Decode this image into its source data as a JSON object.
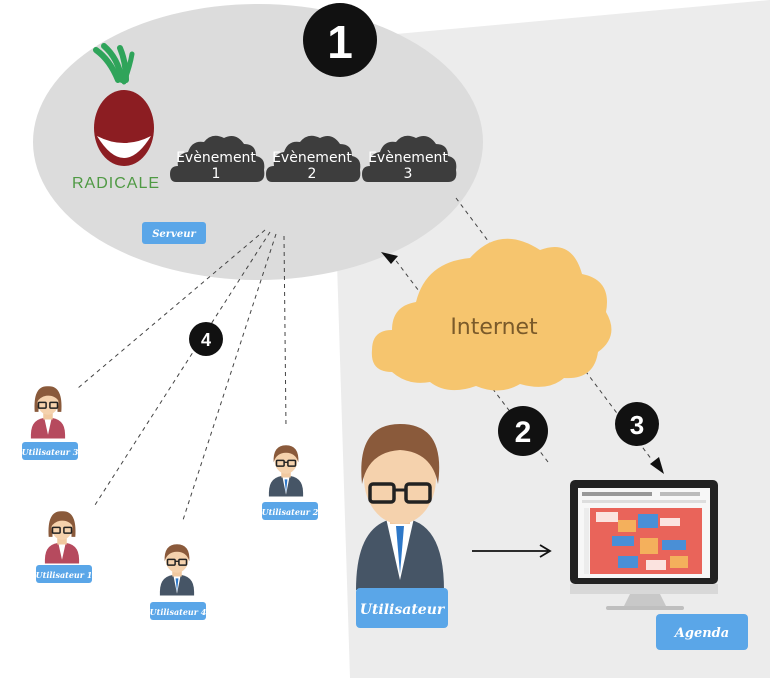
{
  "markers": {
    "step1": "1",
    "step2": "2",
    "step3": "3",
    "step4": "4"
  },
  "server": {
    "brand": "RADICALE",
    "label": "Serveur",
    "events": [
      {
        "line1": "Evènement",
        "line2": "1"
      },
      {
        "line1": "Evènement",
        "line2": "2"
      },
      {
        "line1": "Evènement",
        "line2": "3"
      }
    ]
  },
  "internet": {
    "label": "Internet"
  },
  "main_user": {
    "label": "Utilisateur"
  },
  "agenda": {
    "label": "Agenda"
  },
  "users": [
    {
      "label": "Utilisateur 3"
    },
    {
      "label": "Utilisateur 1"
    },
    {
      "label": "Utilisateur 4"
    },
    {
      "label": "Utilisateur 2"
    }
  ],
  "colors": {
    "server_ellipse": "#dcdcdc",
    "right_panel": "#ececec",
    "event_cloud": "#3d3d3d",
    "internet_cloud": "#f6c56e",
    "label_tag": "#5aa6e8",
    "marker": "#111111",
    "radish": "#8c1d22",
    "radish_leaves": "#2fa45a",
    "hair": "#8a5a3b",
    "suit": "#465566",
    "tie": "#2e78c8",
    "calendar_red": "#e9645a",
    "calendar_blue": "#4a8fd6",
    "calendar_orange": "#f4b05c"
  }
}
